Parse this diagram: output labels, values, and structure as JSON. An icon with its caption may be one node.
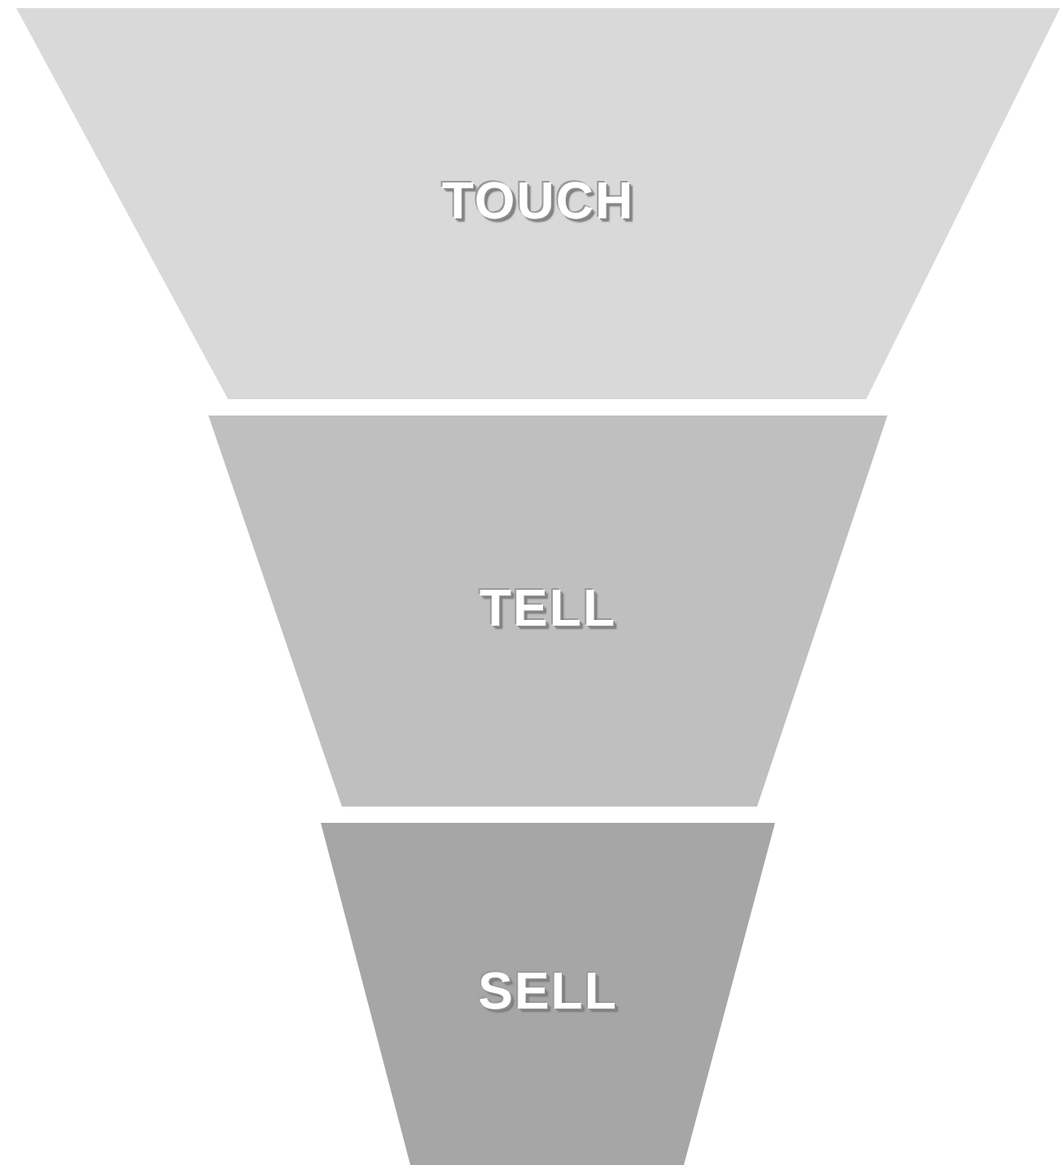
{
  "diagram": {
    "nodes": [
      {
        "text": [
          "TOUCH"
        ]
      },
      {
        "text": [
          "TELL"
        ]
      },
      {
        "text": [
          "SELL"
        ]
      }
    ]
  }
}
